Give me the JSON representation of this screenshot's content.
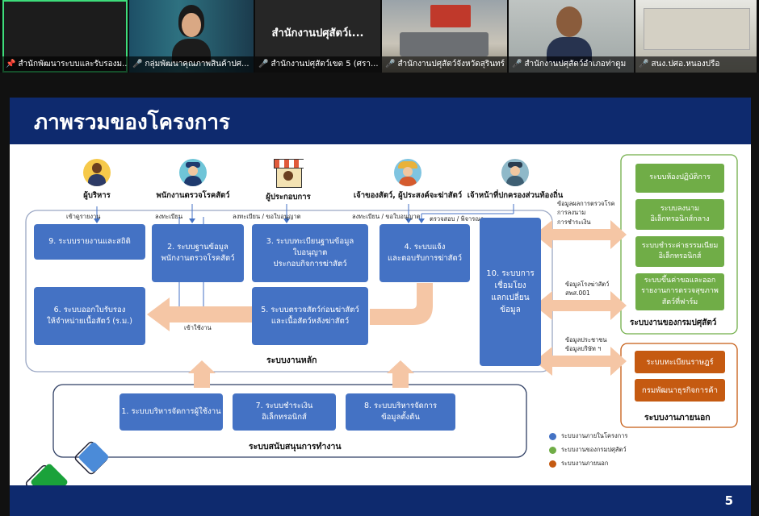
{
  "participants": [
    {
      "caption": "สำนักพัฒนาระบบและรับรองม...",
      "title": "",
      "pinned": true,
      "muted": false
    },
    {
      "caption": "กลุ่มพัฒนาคุณภาพสินค้าปศ...",
      "title": "",
      "pinned": false,
      "muted": true
    },
    {
      "caption": "สำนักงานปศุสัตว์เขต 5 (ศรา...",
      "title": "สำนักงานปศุสัตว์เ...",
      "pinned": false,
      "muted": true
    },
    {
      "caption": "สำนักงานปศุสัตว์จังหวัดสุรินทร์",
      "title": "",
      "pinned": false,
      "muted": true
    },
    {
      "caption": "สำนักงานปศุสัตว์อำเภอท่าตูม",
      "title": "",
      "pinned": false,
      "muted": true
    },
    {
      "caption": "สนง.ปศอ.หนองปรือ",
      "title": "",
      "pinned": false,
      "muted": true
    }
  ],
  "slide": {
    "title": "ภาพรวมของโครงการ",
    "page_number": "5",
    "roles": [
      {
        "label": "ผู้บริหาร",
        "icon": "executive-icon"
      },
      {
        "label": "พนักงานตรวจโรคสัตว์",
        "icon": "officer-icon"
      },
      {
        "label": "ผู้ประกอบการ",
        "icon": "shop-icon"
      },
      {
        "label": "เจ้าของสัตว์, ผู้ประสงค์จะฆ่าสัตว์",
        "icon": "farmer-icon"
      },
      {
        "label": "เจ้าหน้าที่ปกครองส่วนท้องถิ่น",
        "icon": "local-officer-icon"
      }
    ],
    "flow_labels": {
      "report_view": "เข้าดูรายงาน",
      "register": "ลงทะเบียน",
      "register_permit1": "ลงทะเบียน / ขอใบอนุญาต",
      "register_permit2": "ลงทะเบียน / ขอใบอนุญาต",
      "review": "ตรวจสอบ / พิจารณา",
      "use": "เข้าใช้งาน"
    },
    "systems": {
      "s9": "9. ระบบรายงานและสถิติ",
      "s2": "2. ระบบฐานข้อมูล\nพนักงานตรวจโรคสัตว์",
      "s3": "3. ระบบทะเบียนฐานข้อมูล\nใบอนุญาต\nประกอบกิจการฆ่าสัตว์",
      "s4": "4. ระบบแจ้ง\nและตอบรับการฆ่าสัตว์",
      "s6": "6. ระบบออกใบรับรอง\nให้จำหน่ายเนื้อสัตว์ (ร.ม.)",
      "s5": "5. ระบบตรวจสัตว์ก่อนฆ่าสัตว์\nและเนื้อสัตว์หลังฆ่าสัตว์",
      "s10": "10. ระบบการ\nเชื่อมโยง\nแลกเปลี่ยน\nข้อมูล",
      "s1": "1. ระบบบริหารจัดการผู้ใช้งาน",
      "s7": "7. ระบบชำระเงิน\nอิเล็กทรอนิกส์",
      "s8": "8. ระบบบริหารจัดการ\nข้อมูลตั้งต้น"
    },
    "core_label": "ระบบงานหลัก",
    "support_label": "ระบบสนับสนุนการทำงาน",
    "exchange_labels": {
      "e1": "ข้อมูลผลการตรวจโรค\nการลงนาม\nการชำระเงิน",
      "e2": "ข้อมูลโรงฆ่าสัตว์\nสพส.001",
      "e3": "ข้อมูลประชาชน\nข้อมูลบริษัท ฯ"
    },
    "dld_systems": [
      "ระบบห้องปฏิบัติการ",
      "ระบบลงนาม\nอิเล็กทรอนิกส์กลาง",
      "ระบบชำระค่าธรรมเนียม\nอิเล็กทรอนิกส์",
      "ระบบขึ้นค่าขอและออก\nรายงานการตรวจสุขภาพ\nสัตว์ที่ฟาร์ม"
    ],
    "dld_label": "ระบบงานของกรมปศุสัตว์",
    "external_systems": [
      "ระบบทะเบียนราษฎร์",
      "กรมพัฒนาธุรกิจการค้า"
    ],
    "external_label": "ระบบงานภายนอก",
    "legend": [
      {
        "label": "ระบบงานภายในโครงการ",
        "color": "#4472c4"
      },
      {
        "label": "ระบบงานของกรมปศุสัตว์",
        "color": "#70ad47"
      },
      {
        "label": "ระบบงานภายนอก",
        "color": "#c55a11"
      }
    ]
  },
  "colors": {
    "header_navy": "#0e2a6e",
    "blue": "#4472c4",
    "green": "#70ad47",
    "orange": "#c55a11",
    "arrow_peach": "#f5c6a5"
  }
}
